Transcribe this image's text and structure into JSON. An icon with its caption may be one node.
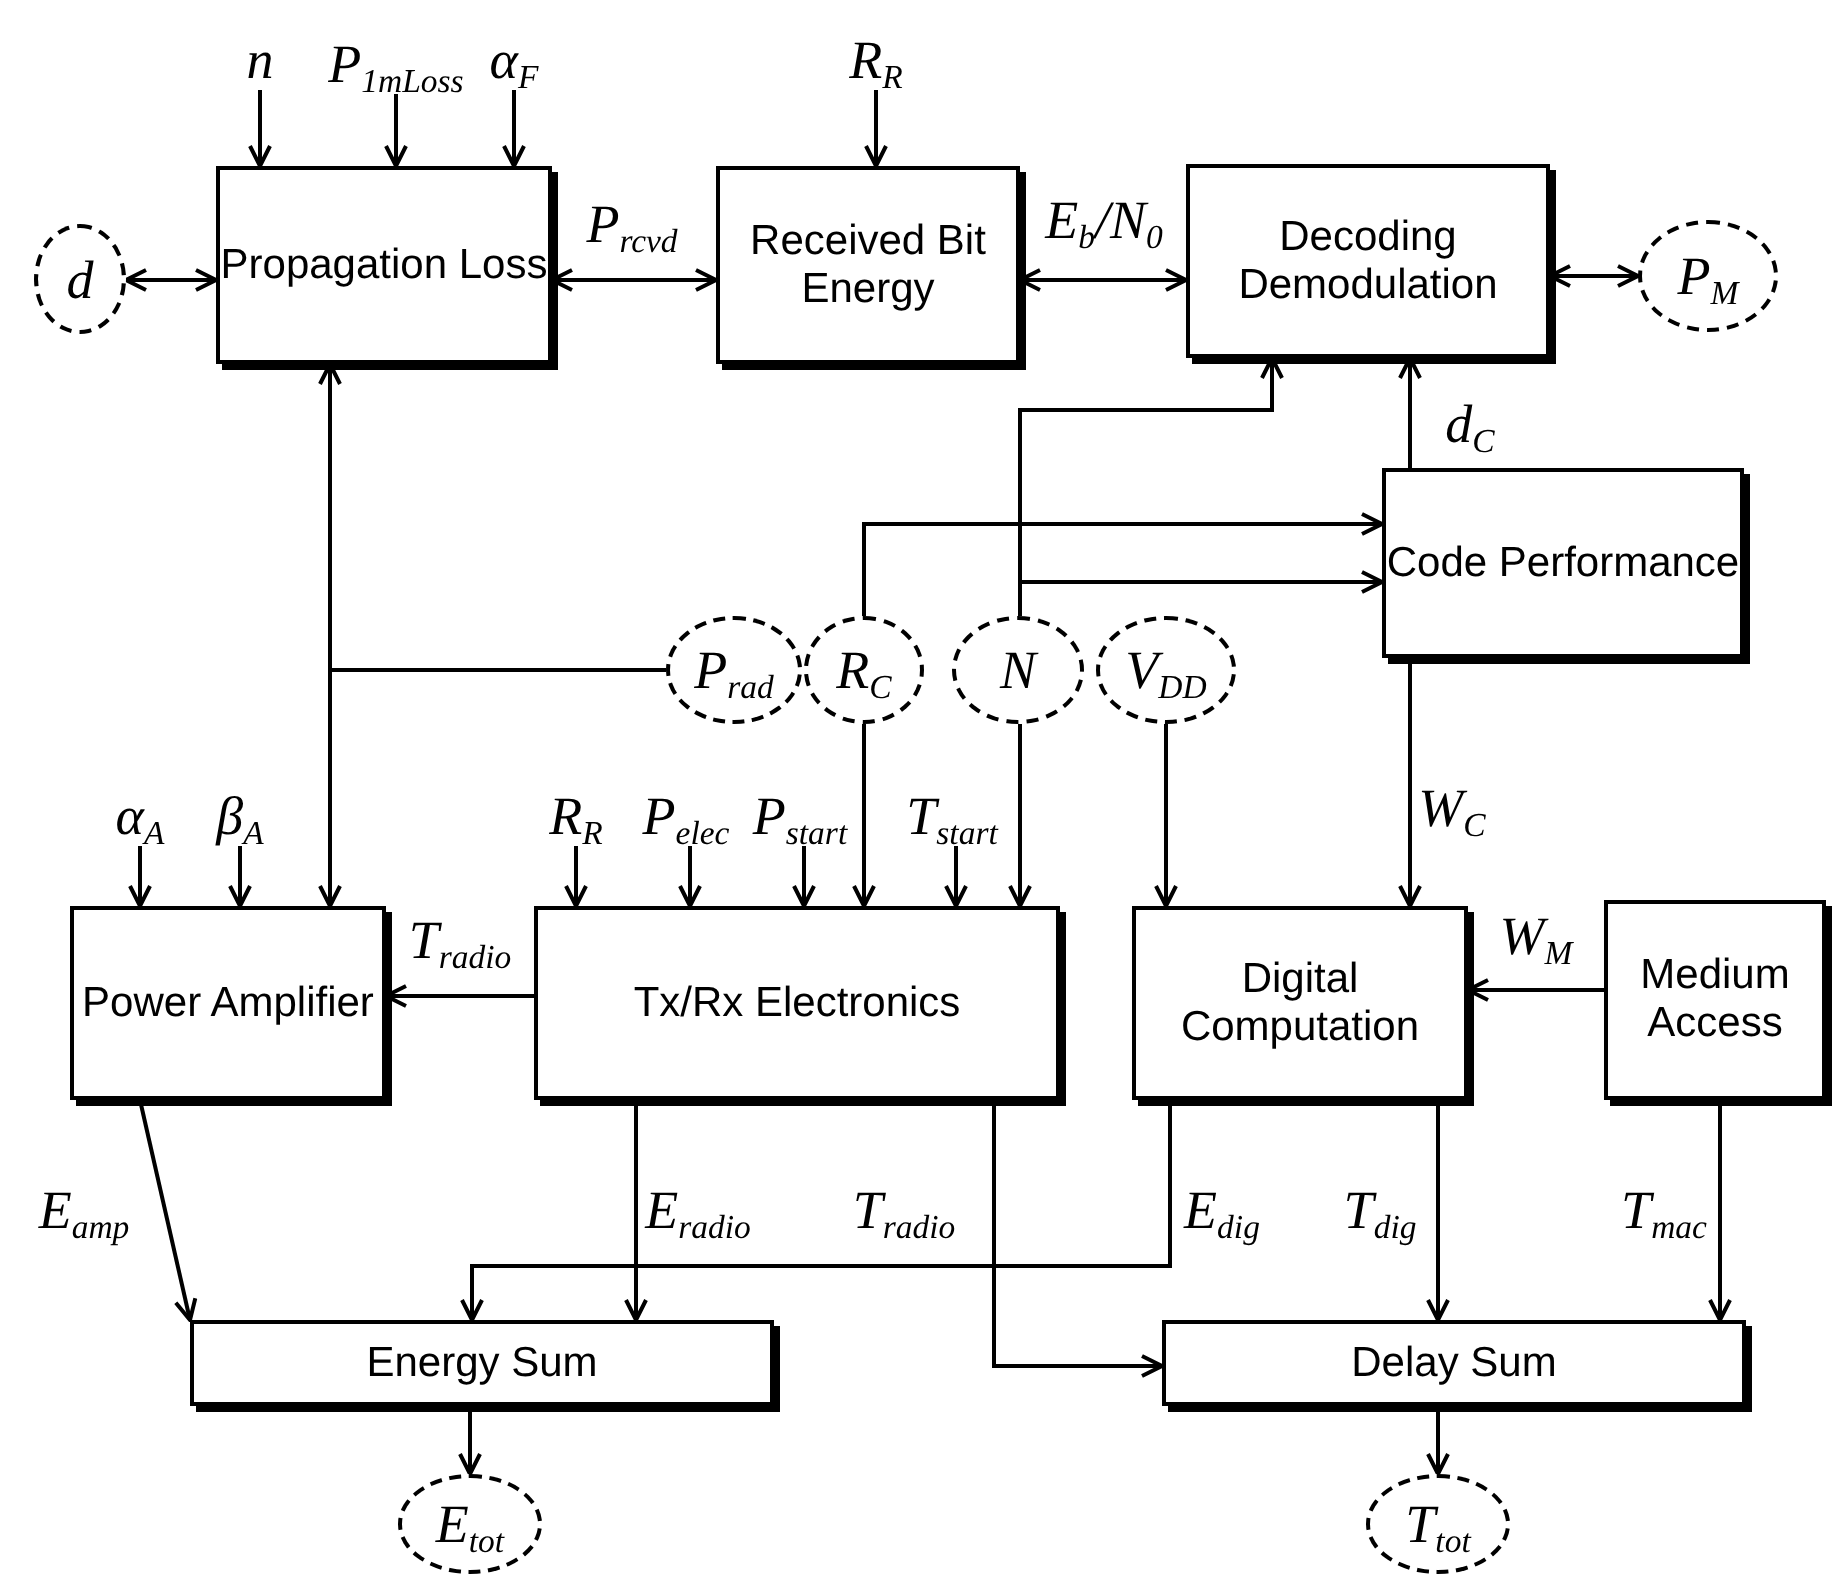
{
  "diagram": {
    "nodes": [
      {
        "text": [
          "n"
        ]
      },
      {
        "text": [
          "P$_{1mLoss}$"
        ]
      },
      {
        "text": [
          "α$_{F}$"
        ]
      },
      {
        "text": [
          "R$_{R}$"
        ]
      },
      {
        "text": [
          "d"
        ]
      },
      {
        "text": [
          "Propagation Loss"
        ]
      },
      {
        "text": [
          "Received Bit Energy"
        ]
      },
      {
        "text": [
          "Decoding Demodulation"
        ]
      },
      {
        "text": [
          "P$_{M}$"
        ]
      },
      {
        "text": [
          "Code Performance"
        ]
      },
      {
        "text": [
          "P$_{rad}$"
        ]
      },
      {
        "text": [
          "R$_{C}$"
        ]
      },
      {
        "text": [
          "N"
        ]
      },
      {
        "text": [
          "V$_{DD}$"
        ]
      },
      {
        "text": [
          "α$_{A}$"
        ]
      },
      {
        "text": [
          "β$_{A}$"
        ]
      },
      {
        "text": [
          "R$_{R}$"
        ]
      },
      {
        "text": [
          "P$_{elec}$"
        ]
      },
      {
        "text": [
          "P$_{start}$"
        ]
      },
      {
        "text": [
          "T$_{start}$"
        ]
      },
      {
        "text": [
          "Power Amplifier"
        ]
      },
      {
        "text": [
          "Tx/Rx Electronics"
        ]
      },
      {
        "text": [
          "Digital Computation"
        ]
      },
      {
        "text": [
          "Medium Access"
        ]
      },
      {
        "text": [
          "Energy Sum"
        ]
      },
      {
        "text": [
          "Delay Sum"
        ]
      },
      {
        "text": [
          "E$_{tot}$"
        ]
      },
      {
        "text": [
          "T$_{tot}$"
        ]
      }
    ],
    "edges": [
      {
        "from": 0,
        "to": 5,
        "arrow": "to"
      },
      {
        "from": 1,
        "to": 5,
        "arrow": "to"
      },
      {
        "from": 2,
        "to": 5,
        "arrow": "to"
      },
      {
        "from": 3,
        "to": 6,
        "arrow": "to"
      },
      {
        "from": 4,
        "to": 5,
        "arrow": "both"
      },
      {
        "from": 5,
        "to": 6,
        "arrow": "both",
        "label": "P$_{rcvd}$"
      },
      {
        "from": 6,
        "to": 7,
        "arrow": "both",
        "label": "E$_{b}$/N$_{0}$"
      },
      {
        "from": 7,
        "to": 8,
        "arrow": "both"
      },
      {
        "from": 9,
        "to": 7,
        "arrow": "to",
        "label": "d$_{C}$"
      },
      {
        "from": 10,
        "to": 5,
        "arrow": "to"
      },
      {
        "from": 10,
        "to": 20,
        "arrow": "to"
      },
      {
        "from": 11,
        "to": 9,
        "arrow": "to"
      },
      {
        "from": 11,
        "to": 21,
        "arrow": "to"
      },
      {
        "from": 12,
        "to": 7,
        "arrow": "to"
      },
      {
        "from": 12,
        "to": 9,
        "arrow": "to"
      },
      {
        "from": 12,
        "to": 21,
        "arrow": "to"
      },
      {
        "from": 13,
        "to": 22,
        "arrow": "to"
      },
      {
        "from": 9,
        "to": 22,
        "arrow": "to",
        "label": "W$_{C}$"
      },
      {
        "from": 14,
        "to": 20,
        "arrow": "to"
      },
      {
        "from": 15,
        "to": 20,
        "arrow": "to"
      },
      {
        "from": 16,
        "to": 21,
        "arrow": "to"
      },
      {
        "from": 17,
        "to": 21,
        "arrow": "to"
      },
      {
        "from": 18,
        "to": 21,
        "arrow": "to"
      },
      {
        "from": 19,
        "to": 21,
        "arrow": "to"
      },
      {
        "from": 21,
        "to": 20,
        "arrow": "to",
        "label": "T$_{radio}$"
      },
      {
        "from": 23,
        "to": 22,
        "arrow": "to",
        "label": "W$_{M}$"
      },
      {
        "from": 20,
        "to": 24,
        "arrow": "to",
        "label": "E$_{amp}$"
      },
      {
        "from": 21,
        "to": 24,
        "arrow": "to",
        "label": "E$_{radio}$"
      },
      {
        "from": 22,
        "to": 24,
        "arrow": "to",
        "label": "E$_{dig}$"
      },
      {
        "from": 21,
        "to": 25,
        "arrow": "to",
        "label": "T$_{radio}$"
      },
      {
        "from": 22,
        "to": 25,
        "arrow": "to",
        "label": "T$_{dig}$"
      },
      {
        "from": 23,
        "to": 25,
        "arrow": "to",
        "label": "T$_{mac}$"
      },
      {
        "from": 24,
        "to": 26,
        "arrow": "to"
      },
      {
        "from": 25,
        "to": 27,
        "arrow": "to"
      }
    ]
  }
}
